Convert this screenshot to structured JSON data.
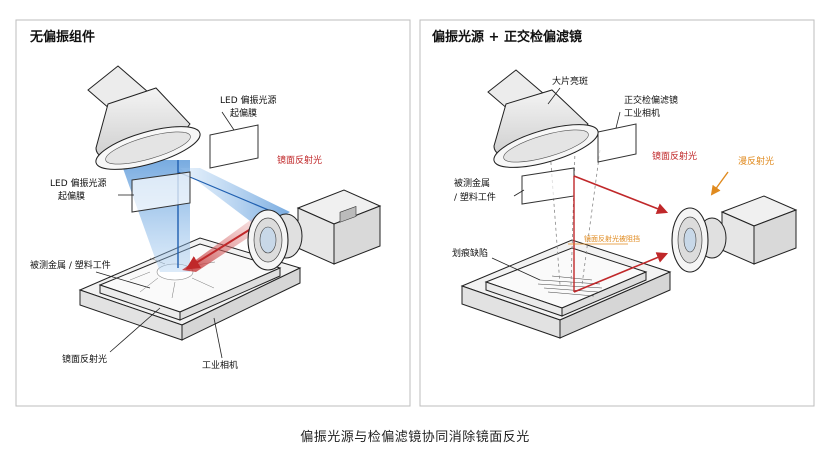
{
  "left_panel": {
    "title": "无偏振组件",
    "labels": {
      "led_polarized_source": "LED 偏振光源",
      "polarizer": "起偏膜",
      "led_polarized_source_2": "LED 偏振光源",
      "polarizer_2": "起偏膜",
      "specular_reflection": "镜面反射光",
      "measured_part": "被测金属 / 塑料工件",
      "specular_reflection_bottom": "镜面反射光",
      "industrial_camera": "工业相机"
    }
  },
  "right_panel": {
    "title": "偏振光源 + 正交检偏滤镜",
    "labels": {
      "large_glare": "大片亮斑",
      "crossed_analyzer": "正交检偏滤镜",
      "industrial_camera": "工业相机",
      "specular_reflection": "镜面反射光",
      "diffuse_reflection": "漫反射光",
      "measured_part_line1": "被测金属",
      "measured_part_line2": "/ 塑料工件",
      "scratch_defect": "划痕缺陷",
      "blocked_specular": "镜面反射光被阻挡"
    }
  },
  "caption": "偏振光源与检偏滤镜协同消除镜面反光",
  "colors": {
    "blue_light": "#6aa8e0",
    "red_reflection": "#c0282a",
    "orange_label": "#e08a1e",
    "line": "#222222",
    "panel_border": "#bdbdbd"
  }
}
